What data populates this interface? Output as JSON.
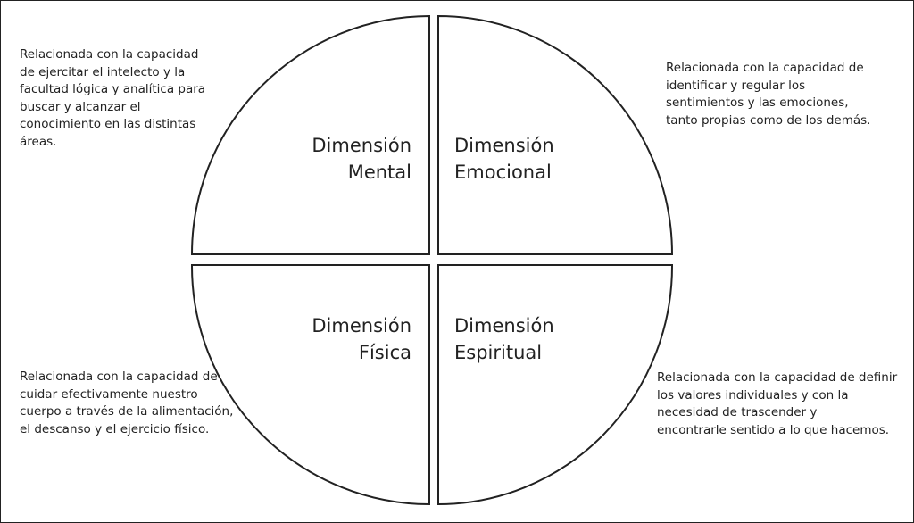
{
  "diagram": {
    "quadrants": {
      "mental": [
        "Dimensión",
        "Mental"
      ],
      "emocional": [
        "Dimensión",
        "Emocional"
      ],
      "fisica": [
        "Dimensión",
        "Física"
      ],
      "espiritual": [
        "Dimensión",
        "Espiritual"
      ]
    },
    "descriptions": {
      "mental": [
        "Relacionada con la  capacidad",
        "de ejercitar el  intelecto y la",
        "facultad  lógica y analítica para",
        "buscar y alcanzar el",
        "conocimiento en las  distintas",
        "áreas."
      ],
      "emocional": [
        "Relacionada con la  capacidad de",
        "identificar y   regular los",
        "sentimientos y   las emociones,",
        "tanto  propias como de los demás."
      ],
      "fisica": [
        "Relacionada con la  capacidad de",
        "cuidar  efectivamente nuestro",
        "cuerpo a través de la  alimentación,",
        "el descanso y  el ejercicio físico."
      ],
      "espiritual": [
        "Relacionada con la capacidad  de definir",
        "los valores  individuales y con la",
        "necesidad de trascender y",
        "encontrarle sentido a lo que  hacemos."
      ]
    }
  }
}
